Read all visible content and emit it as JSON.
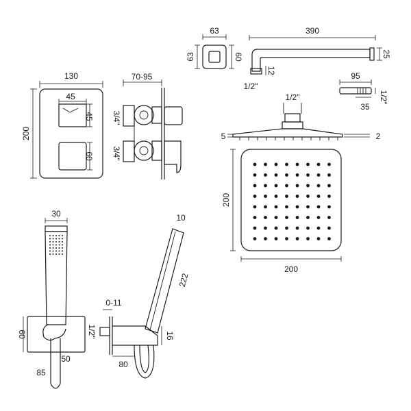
{
  "dimensions": {
    "valve_width": "130",
    "valve_height": "200",
    "valve_depth": "70-95",
    "handle_width": "45",
    "handle_top_height": "45",
    "handle_bottom_height": "60",
    "valve_outlet_top": "3/4\"",
    "valve_outlet_bottom": "3/4\"",
    "elbow_width": "63",
    "elbow_height": "63",
    "elbow_depth": "60",
    "arm_length": "390",
    "arm_height": "25",
    "arm_thread_height": "12",
    "arm_thread": "1/2\"",
    "outlet_length": "95",
    "outlet_height": "35",
    "outlet_thread": "1/2\"",
    "head_thread": "1/2\"",
    "head_thickness_left": "5",
    "head_thickness_right": "2",
    "head_width": "200",
    "head_depth": "200",
    "handset_width": "30",
    "bracket_height": "60",
    "bracket_inner_width": "50",
    "bracket_outer_width": "85",
    "side_offset": "0-11",
    "side_thread": "1/2\"",
    "handset_tip": "10",
    "handset_length": "222",
    "hose_outlet": "16",
    "side_projection": "80"
  }
}
